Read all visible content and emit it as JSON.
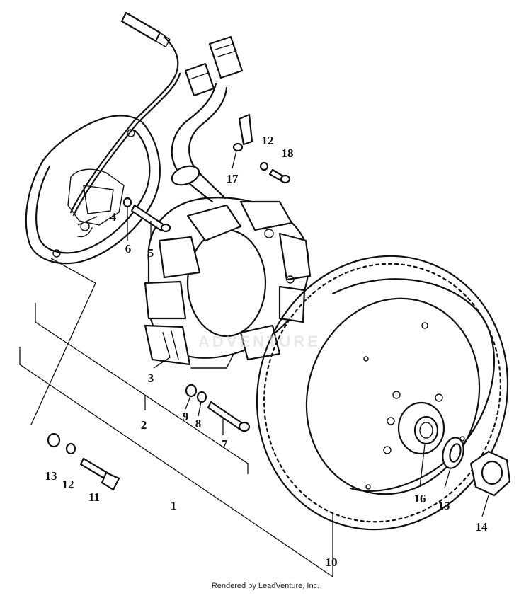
{
  "diagram": {
    "credit": "Rendered by LeadVenture, Inc.",
    "watermark": "ADVENTURE",
    "callouts": {
      "c1": "1",
      "c2": "2",
      "c3": "3",
      "c4": "4",
      "c5": "5",
      "c6": "6",
      "c7": "7",
      "c8": "8",
      "c9": "9",
      "c10": "10",
      "c11": "11",
      "c12a": "12",
      "c12b": "12",
      "c13": "13",
      "c14": "14",
      "c15": "15",
      "c16": "16",
      "c17": "17",
      "c18": "18"
    }
  }
}
